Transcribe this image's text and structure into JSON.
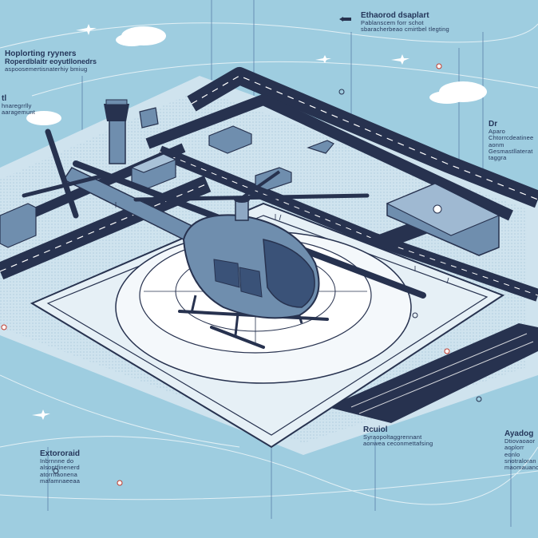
{
  "annotations": {
    "top_right": {
      "title": "Ethaorod dsaplart",
      "sub": "Pablanscem forr schot\nsbaracherbeao cmirtbel tlegting"
    },
    "top_left": {
      "title": "Hoplorting ryyners",
      "sub1": "Roperdblaitr eoyutllonedrs",
      "sub2": "aspoosemertisnaterhiy bmiug"
    },
    "left_mid": {
      "title": "tl",
      "sub": "hnaregrrlly\naaragemunt"
    },
    "right_mid": {
      "title": "Dr",
      "sub": "Aparo\nChtorrcdeatinee aonm\nGesmastllaterat taggra"
    },
    "bottom_center": {
      "title": "Rcuiol",
      "sub": "Syraopoltaggrennant\naonwea ceconmettafsing"
    },
    "bottom_left": {
      "title": "Extororaid",
      "sub": "Inbrnnne  do\nalsoptfinenerd\natorrnaonena\nmafamnaeeaa"
    },
    "bottom_right": {
      "title": "Ayadog",
      "sub": "Dtiovaoaor\naoplorr eonlo\nsnotraloran\nmaomauanc"
    }
  },
  "colors": {
    "sky": "#9ecde0",
    "pad": "#e6f0f6",
    "tarmac": "#27324f",
    "heli_body": "#6f8eae",
    "heli_dark": "#2b3c5c",
    "ink": "#24365a"
  },
  "icons": [
    "helicopter-icon",
    "airplane-icon",
    "cloud-icon",
    "control-tower-icon",
    "hangar-icon",
    "location-pin-icon"
  ]
}
